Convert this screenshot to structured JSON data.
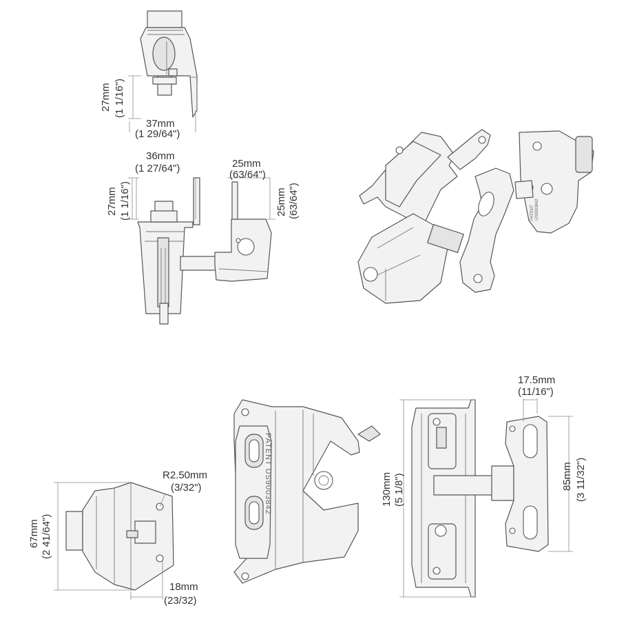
{
  "dimensions": {
    "top_height_mm": "27mm",
    "top_height_in": "(1 1/16\")",
    "top_width_mm": "37mm",
    "top_width_in": "(1 29/64\")",
    "mid_width_mm": "36mm",
    "mid_width_in": "(1 27/64\")",
    "mid_height_mm": "27mm",
    "mid_height_in": "(1 1/16\")",
    "keeper_width_mm": "25mm",
    "keeper_width_in": "(63/64\")",
    "keeper_height_mm": "25mm",
    "keeper_height_in": "(63/64\")",
    "radius_mm": "R2.50mm",
    "radius_in": "(3/32\")",
    "side_height_mm": "67mm",
    "side_height_in": "(2 41/64\")",
    "side_width_mm": "18mm",
    "side_width_in": "(23/32)",
    "front_height_mm": "130mm",
    "front_height_in": "(5 1/8\")",
    "right_width_mm": "17.5mm",
    "right_width_in": "(11/16\")",
    "right_height_mm": "85mm",
    "right_height_in": "(3 11/32\")"
  },
  "embossed": {
    "patent": "PATENT US9003842",
    "small_patent_a": "PATENT",
    "small_patent_b": "US9003842"
  }
}
